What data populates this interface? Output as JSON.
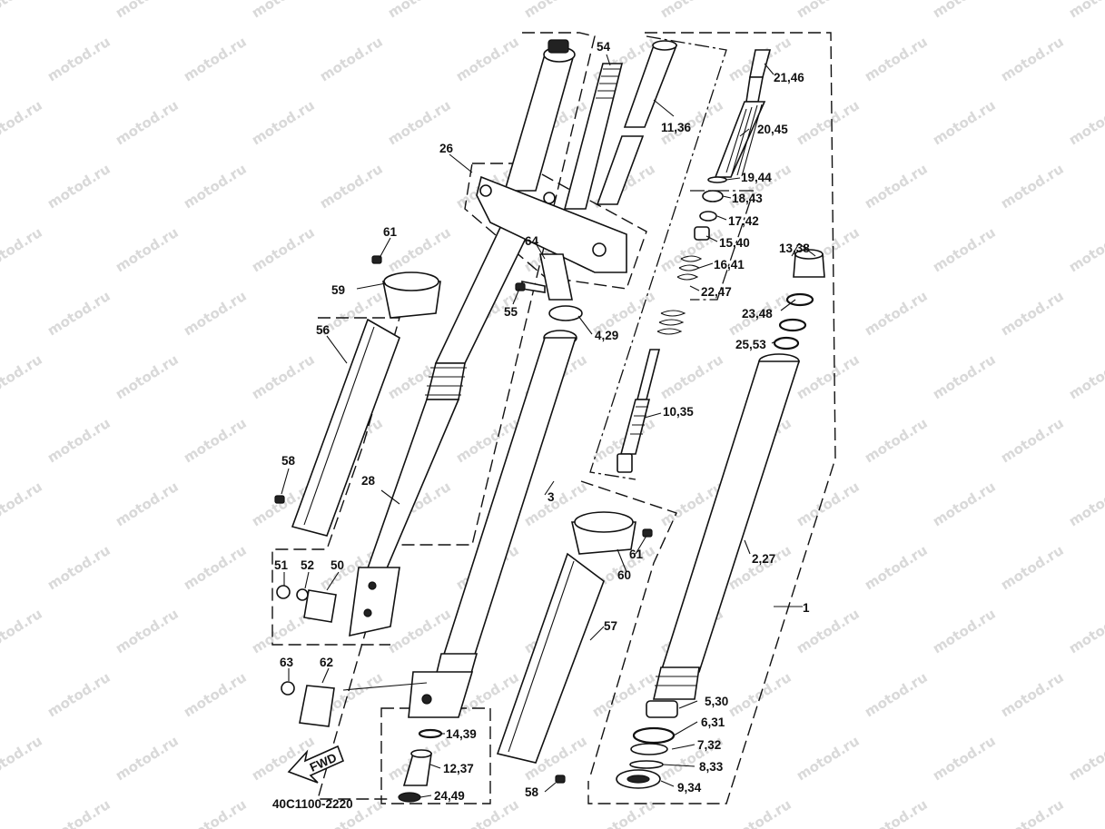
{
  "watermark": "motod.ru",
  "diagram_code": "40C1100-2220",
  "fwd_label": "FWD",
  "labels": [
    {
      "id": "54",
      "text": "54"
    },
    {
      "id": "21-46",
      "text": "21,46"
    },
    {
      "id": "11-36",
      "text": "11,36"
    },
    {
      "id": "20-45",
      "text": "20,45"
    },
    {
      "id": "26",
      "text": "26"
    },
    {
      "id": "19-44",
      "text": "19,44"
    },
    {
      "id": "18-43",
      "text": "18,43"
    },
    {
      "id": "17-42",
      "text": "17,42"
    },
    {
      "id": "13-38",
      "text": "13,38"
    },
    {
      "id": "64",
      "text": "64"
    },
    {
      "id": "15-40",
      "text": "15,40"
    },
    {
      "id": "61a",
      "text": "61"
    },
    {
      "id": "16-41",
      "text": "16,41"
    },
    {
      "id": "59",
      "text": "59"
    },
    {
      "id": "22-47",
      "text": "22,47"
    },
    {
      "id": "55",
      "text": "55"
    },
    {
      "id": "23-48",
      "text": "23,48"
    },
    {
      "id": "56",
      "text": "56"
    },
    {
      "id": "4-29",
      "text": "4,29"
    },
    {
      "id": "25-53",
      "text": "25,53"
    },
    {
      "id": "10-35",
      "text": "10,35"
    },
    {
      "id": "58a",
      "text": "58"
    },
    {
      "id": "28",
      "text": "28"
    },
    {
      "id": "3",
      "text": "3"
    },
    {
      "id": "61b",
      "text": "61"
    },
    {
      "id": "2-27",
      "text": "2,27"
    },
    {
      "id": "51",
      "text": "51"
    },
    {
      "id": "52",
      "text": "52"
    },
    {
      "id": "50",
      "text": "50"
    },
    {
      "id": "60",
      "text": "60"
    },
    {
      "id": "1",
      "text": "1"
    },
    {
      "id": "57",
      "text": "57"
    },
    {
      "id": "63",
      "text": "63"
    },
    {
      "id": "62",
      "text": "62"
    },
    {
      "id": "5-30",
      "text": "5,30"
    },
    {
      "id": "6-31",
      "text": "6,31"
    },
    {
      "id": "14-39",
      "text": "14,39"
    },
    {
      "id": "7-32",
      "text": "7,32"
    },
    {
      "id": "12-37",
      "text": "12,37"
    },
    {
      "id": "8-33",
      "text": "8,33"
    },
    {
      "id": "9-34",
      "text": "9,34"
    },
    {
      "id": "24-49",
      "text": "24,49"
    },
    {
      "id": "58b",
      "text": "58"
    }
  ]
}
